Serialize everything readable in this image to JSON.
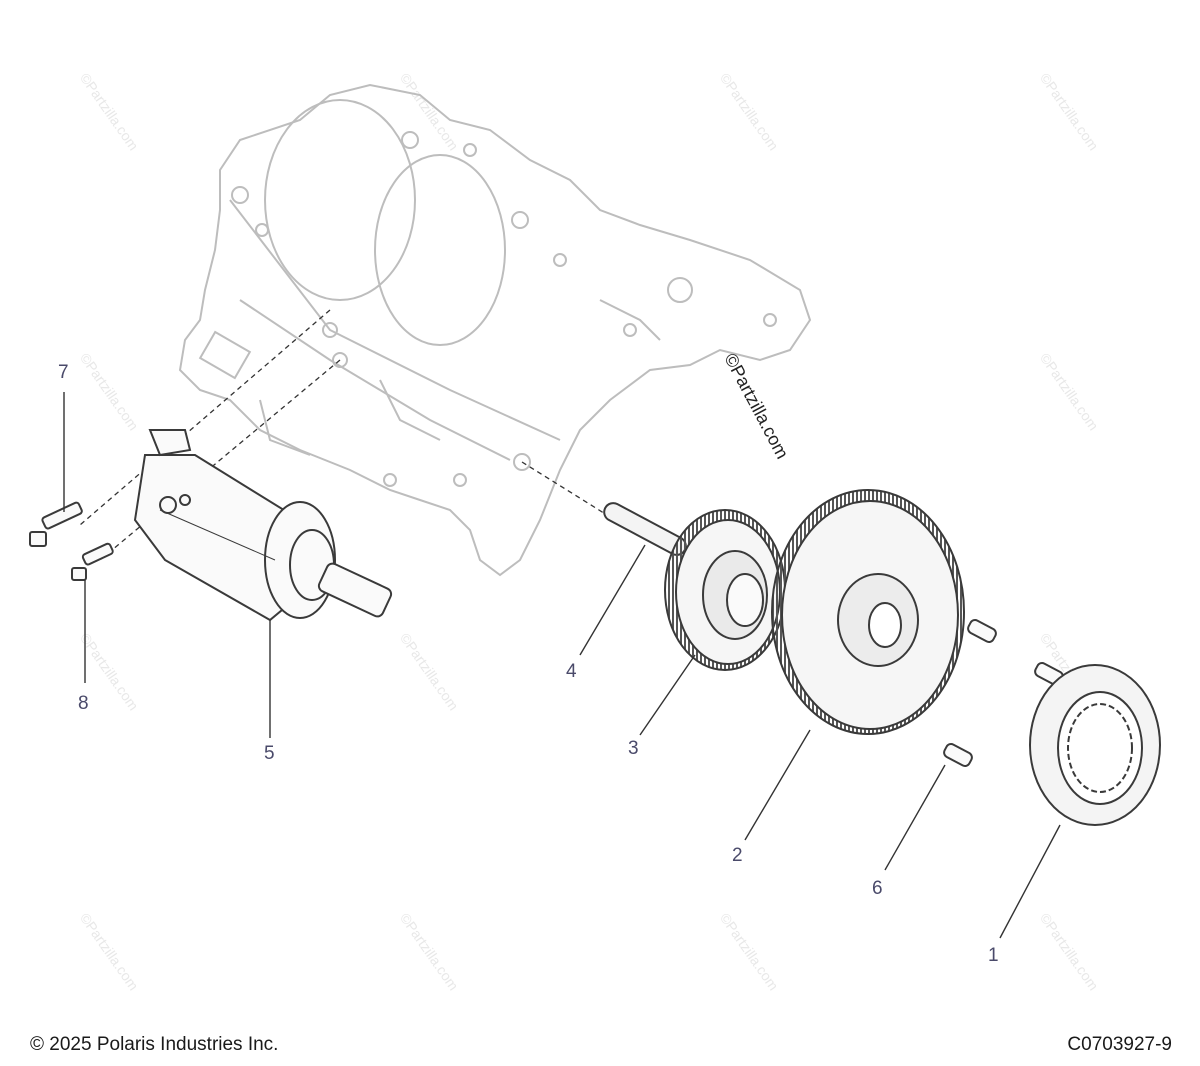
{
  "callouts": [
    {
      "id": "1",
      "label": "1"
    },
    {
      "id": "2",
      "label": "2"
    },
    {
      "id": "3",
      "label": "3"
    },
    {
      "id": "4",
      "label": "4"
    },
    {
      "id": "5",
      "label": "5"
    },
    {
      "id": "6",
      "label": "6"
    },
    {
      "id": "7",
      "label": "7"
    },
    {
      "id": "8",
      "label": "8"
    }
  ],
  "watermark": "©Partzilla.com",
  "footer": {
    "copyright": "© 2025 Polaris Industries Inc.",
    "diagram_code": "C0703927-9"
  },
  "colors": {
    "callout": "#4a4a6a",
    "line": "#333333",
    "part_outline": "#3a3a3a",
    "crankcase_outline": "#bdbdbd"
  }
}
